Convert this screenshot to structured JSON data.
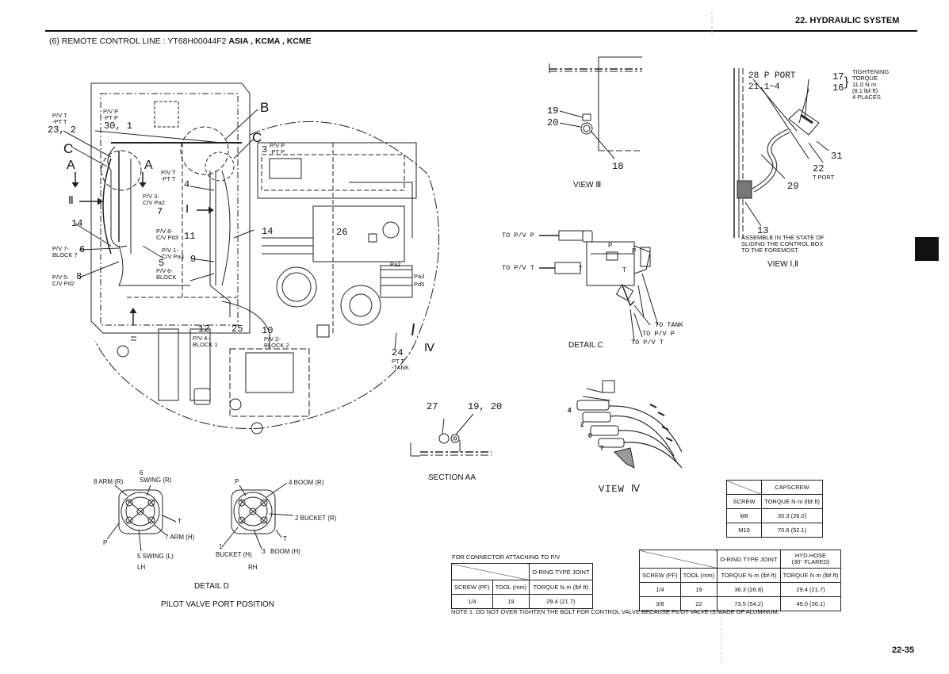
{
  "header": {
    "section": "22. HYDRAULIC SYSTEM"
  },
  "subtitle": {
    "prefix": "(6) REMOTE CONTROL LINE : YT68H00044F2",
    "regions": "ASIA ,  KCMA ,  KCME"
  },
  "page_number": "22-35",
  "main_diagram": {
    "callouts": [
      "23, 2",
      "30, 1",
      "B",
      "C",
      "C",
      "A",
      "A",
      "Ⅱ",
      "Ⅰ",
      "3",
      "4",
      "7",
      "14",
      "14",
      "6",
      "5",
      "9",
      "8",
      "11",
      "26",
      "12",
      "25",
      "10",
      "24",
      "Ⅳ"
    ],
    "labels": {
      "pvt_pt": "P/V T\n-PT T",
      "pvp_pt": "P/V P\n-PT P",
      "pvp_pt2": "P/V P\n-PT P",
      "pvt_pt2": "P/V T\n-PT T",
      "pv3": "P/V 3-\nC/V Pa2",
      "pv8": "P/V 8-\nC/V Pd3",
      "pv1": "P/V 1-\nC/V Pa3",
      "pv6": "P/V 6-\nBLOCK",
      "pv7": "P/V 7-\nBLOCK 7",
      "pv5": "P/V 5-\nC/V Pd2",
      "pv4": "P/V 4-\nBLOCK 1",
      "pv2": "P/V 2-\nBLOCK 2",
      "pt_tank": "PT T\n-TANK",
      "pa2": "Pa2",
      "pa3": "Pa3",
      "pd5": "Pd5"
    }
  },
  "view3": {
    "caption": "VIEW Ⅲ",
    "callouts": [
      "19",
      "20",
      "18"
    ]
  },
  "view12": {
    "caption": "VIEW Ⅰ,Ⅱ",
    "p_port": "28 P PORT",
    "range": "21 1~4",
    "callouts": [
      "17",
      "16",
      "31",
      "22",
      "29",
      "13"
    ],
    "t_port": "T PORT",
    "tightening": "TIGHTENING\nTORQUE\n11.0 N·m\n(8.1 lbf·ft)\n4 PLACES",
    "assemble_note": "ASSEMBLE IN THE STATE OF\nSLIDING THE CONTROL BOX\nTO THE FOREMOST."
  },
  "detail_c": {
    "caption": "DETAIL  C",
    "to_pv_p": "TO P/V P",
    "to_pv_t": "TO P/V T",
    "to_tank": "TO TANK",
    "to_pv_p2": "TO P/V P",
    "to_pv_t2": "TO P/V T",
    "p1": "P",
    "p2": "P",
    "t1": "T",
    "t2": "T"
  },
  "section_aa": {
    "caption": "SECTION AA",
    "callouts": [
      "27",
      "19, 20"
    ]
  },
  "view4": {
    "caption": "VIEW Ⅳ",
    "callouts": [
      "4",
      "2",
      "6",
      "7"
    ]
  },
  "detail_d": {
    "caption": "DETAIL  D",
    "subcaption": "PILOT VALVE PORT POSITION",
    "lh": {
      "label": "LH",
      "arm_r": "8  ARM (R)",
      "swing_r_num": "6",
      "swing_r": "SWING (R)",
      "t": "T",
      "arm_h": "7 ARM (H)",
      "p": "P",
      "swing_l": "5  SWING (L)"
    },
    "rh": {
      "label": "RH",
      "p": "P",
      "boom_r": "4  BOOM (R)",
      "bucket_r": "2  BUCKET (R)",
      "t": "T",
      "bucket_h_num": "1",
      "bucket_h": "BUCKET (H)",
      "boom_h_num": "3",
      "boom_h": "BOOM (H)"
    }
  },
  "capscrew_table": {
    "col_header": "CAPSCREW",
    "screw_header": "SCREW",
    "torque_header": "TORQUE N·m (lbf·ft)",
    "rows": [
      [
        "M8",
        "35.3 (26.0)"
      ],
      [
        "M10",
        "70.6 (52.1)"
      ]
    ]
  },
  "connector_table": {
    "title": "FOR CONNECTOR ATTACHING TO P/V",
    "group_header": "O-RING TYPE JOINT",
    "headers": [
      "SCREW (PF)",
      "TOOL (mm)",
      "TORQUE N·m (lbf·ft)"
    ],
    "rows": [
      [
        "1/4",
        "19",
        "29.4 (21.7)"
      ]
    ]
  },
  "oring_table": {
    "group1": "O-RING TYPE JOINT",
    "group2": "HYD.HOSE\n(30° FLARED)",
    "headers": [
      "SCREW (PF)",
      "TOOL (mm)",
      "TORQUE N·m (lbf·ft)",
      "TORQUE N·m (lbf·ft)"
    ],
    "rows": [
      [
        "1/4",
        "19",
        "36.3 (26.8)",
        "29.4 (21.7)"
      ],
      [
        "3/8",
        "22",
        "73.5 (54.2)",
        "49.0 (36.1)"
      ]
    ]
  },
  "note": "NOTE 1. DO NOT OVER TIGHTEN THE BOLT FOR CONTROL VALVE BECAUSE PILOT VALVE IS MADE OF ALUMINUM."
}
